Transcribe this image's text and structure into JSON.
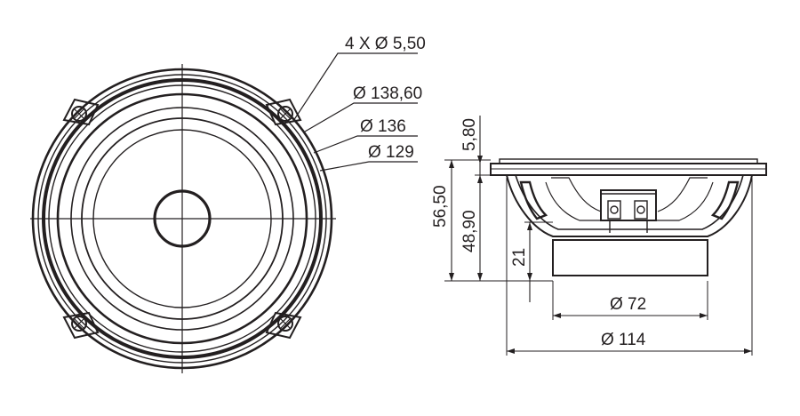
{
  "front_view": {
    "callouts": [
      {
        "id": "mounting-holes",
        "label": "4 X Ø 5,50"
      },
      {
        "id": "frame-diameter",
        "label": "Ø 138,60"
      },
      {
        "id": "mounting-diameter",
        "label": "Ø 136"
      },
      {
        "id": "cutout-diameter",
        "label": "Ø 129"
      }
    ]
  },
  "side_view": {
    "dimensions": {
      "flange_thickness": "5,80",
      "total_depth": "56,50",
      "mount_depth": "48,90",
      "magnet_height": "21",
      "magnet_diameter": "Ø 72",
      "basket_diameter": "Ø 114"
    }
  },
  "colors": {
    "line": "#231f20",
    "background": "#ffffff"
  }
}
